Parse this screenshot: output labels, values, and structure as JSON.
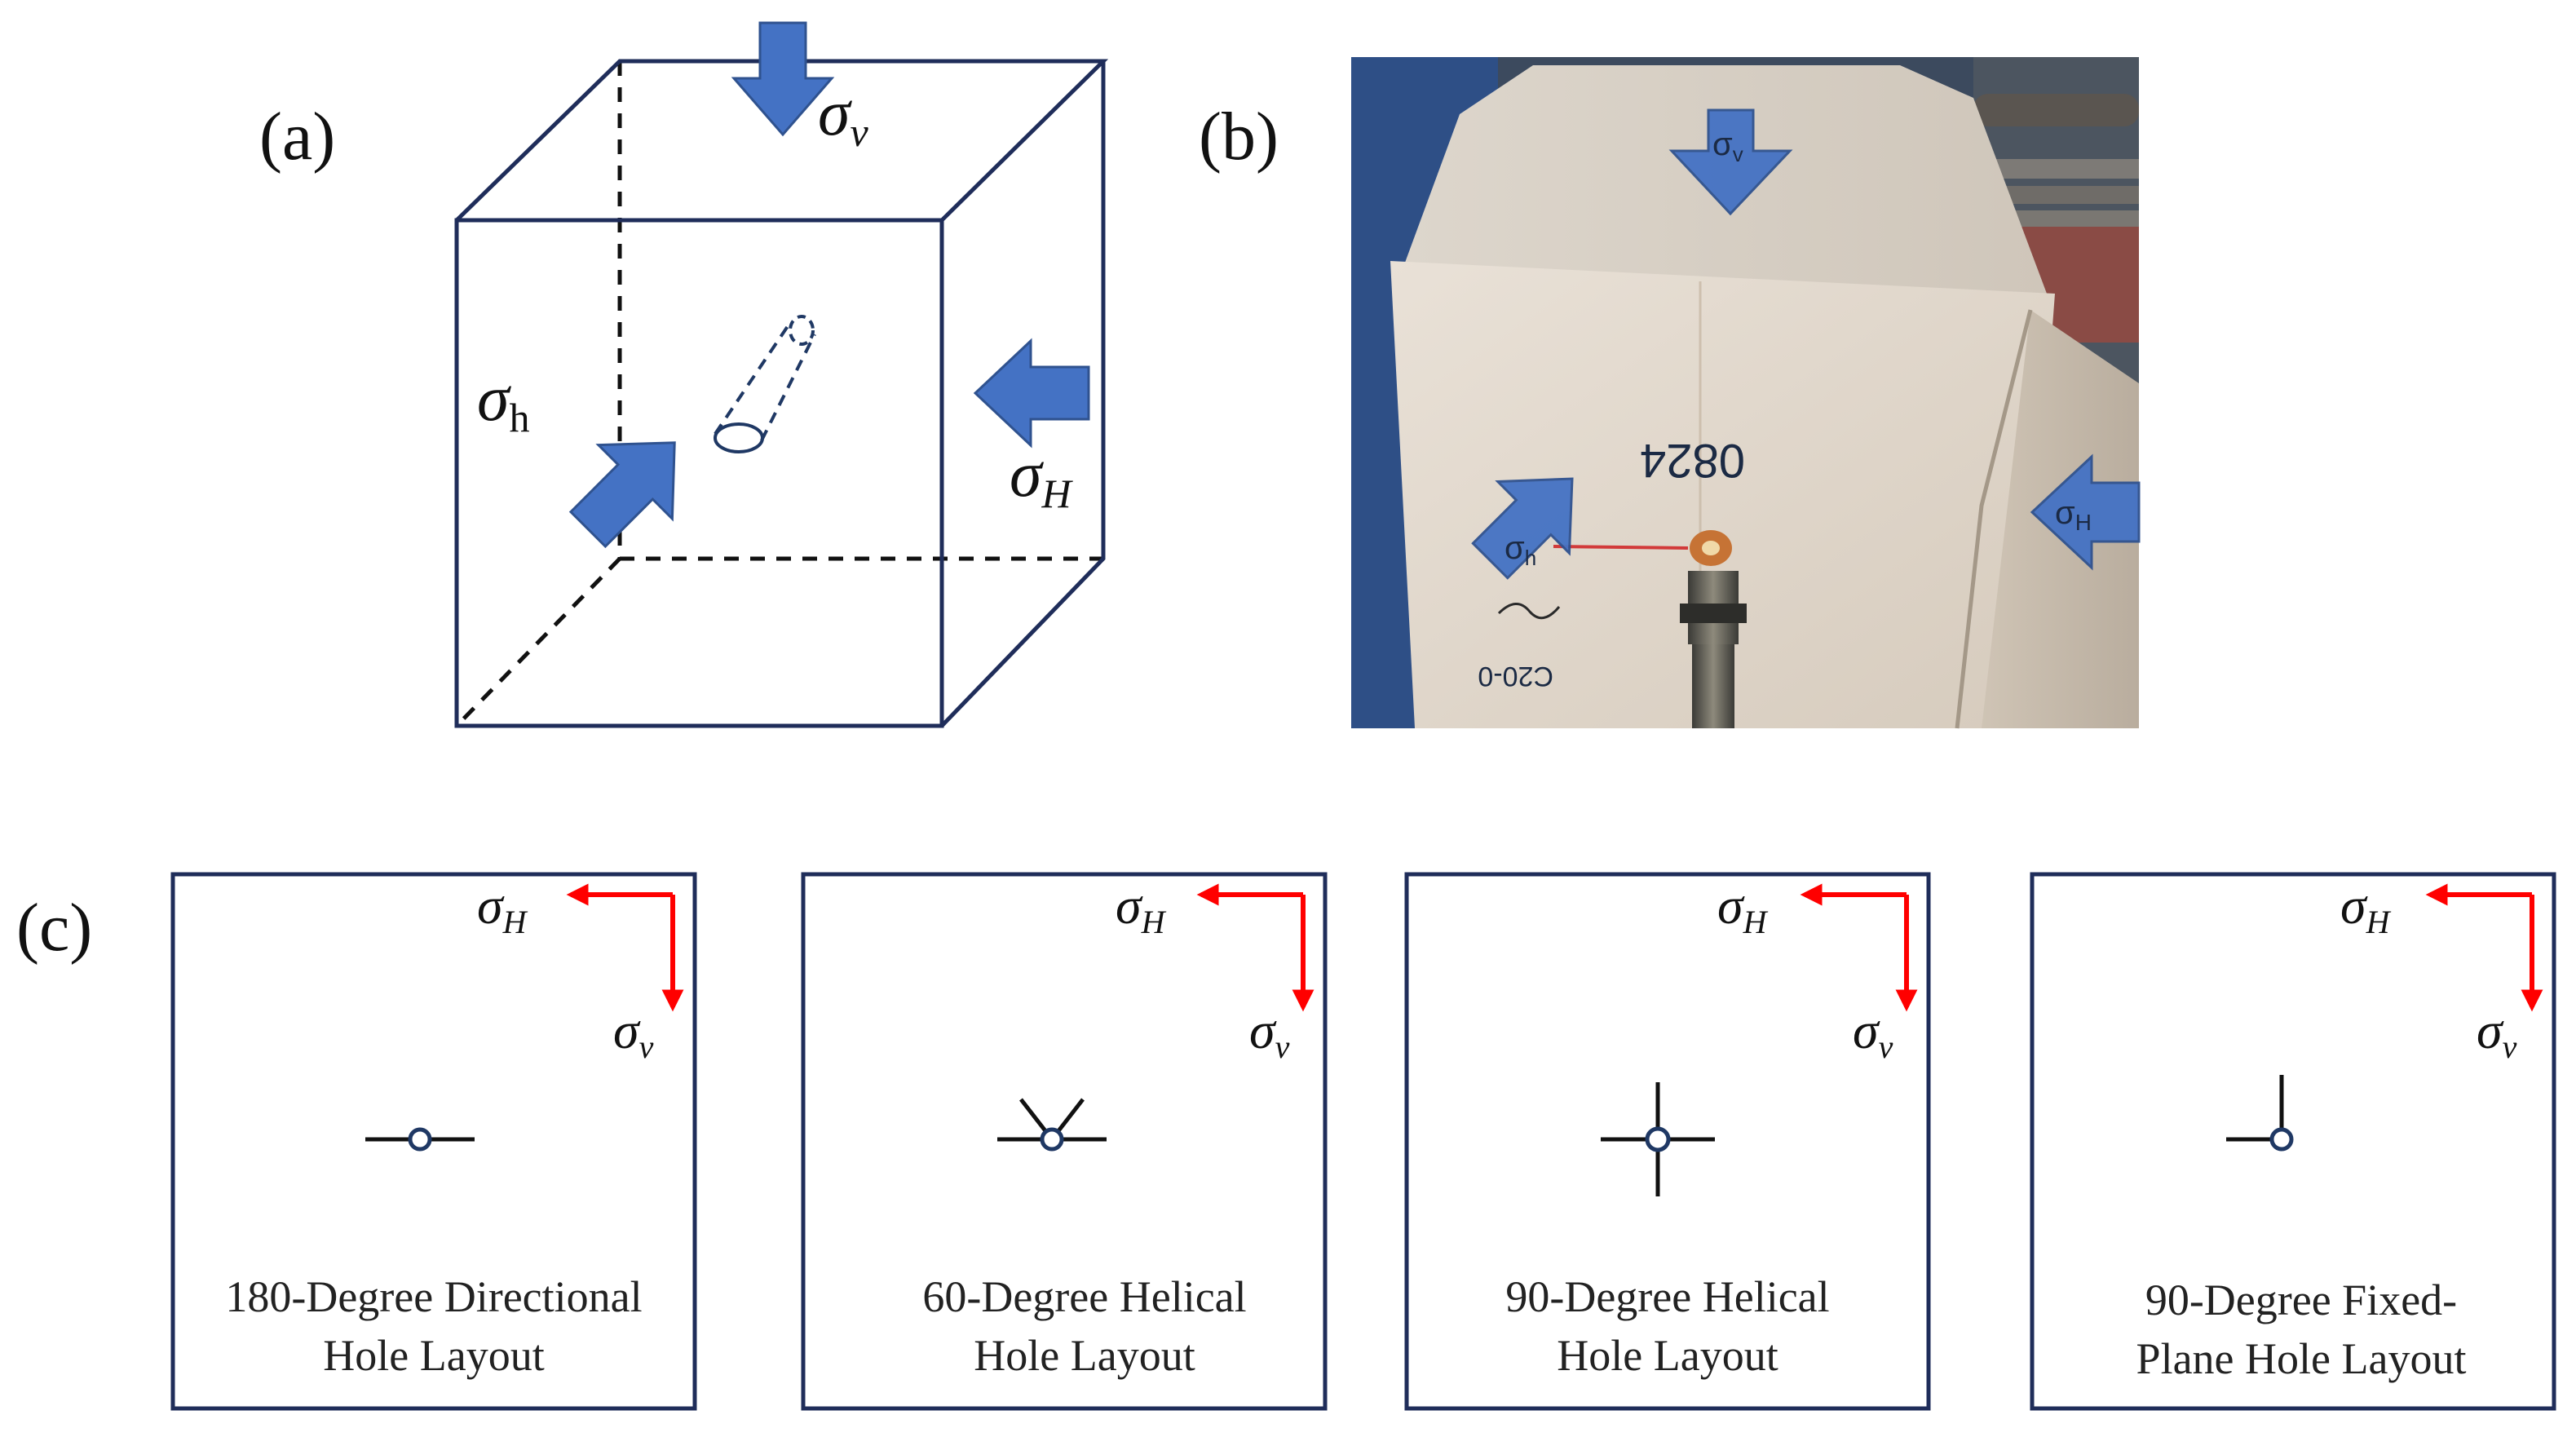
{
  "panels": {
    "a": {
      "label": "(a)",
      "sigma_v": {
        "sym": "σ",
        "sub": "v"
      },
      "sigma_h": {
        "sym": "σ",
        "sub": "h"
      },
      "sigma_H": {
        "sym": "σ",
        "sub": "H"
      }
    },
    "b": {
      "label": "(b)",
      "sigma_v": {
        "sym": "σ",
        "sub": "v"
      },
      "sigma_h": {
        "sym": "σ",
        "sub": "h"
      },
      "sigma_H": {
        "sym": "σ",
        "sub": "H"
      },
      "specimen_mark": "0824",
      "side_mark": "C20-0"
    },
    "c": {
      "label": "(c)",
      "sigma_H": {
        "sym": "σ",
        "sub": "H"
      },
      "sigma_v": {
        "sym": "σ",
        "sub": "v"
      },
      "layouts": [
        {
          "line1": "180-Degree Directional",
          "line2": "Hole Layout",
          "type": "180-directional"
        },
        {
          "line1": "60-Degree Helical",
          "line2": "Hole Layout",
          "type": "60-helical"
        },
        {
          "line1": "90-Degree Helical",
          "line2": "Hole Layout",
          "type": "90-helical"
        },
        {
          "line1": "90-Degree Fixed-",
          "line2": "Plane Hole Layout",
          "type": "90-fixed-plane"
        }
      ]
    }
  },
  "colors": {
    "frame": "#1f2d5a",
    "arrow_blue": "#4472c4",
    "arrow_blue_dark": "#2f528f",
    "stress_red": "#ff0000",
    "hole": "#1f3864"
  }
}
